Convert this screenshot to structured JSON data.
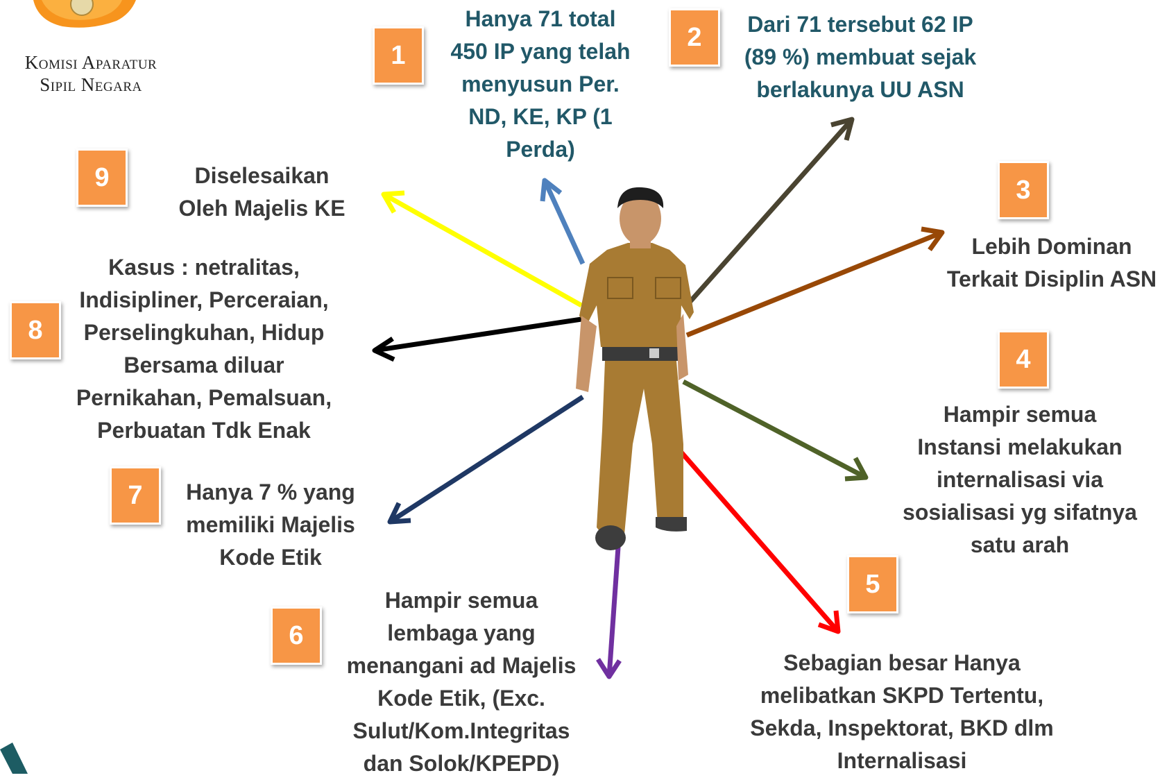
{
  "logo": {
    "line1": "Komisi Aparatur",
    "line2": "Sipil Negara"
  },
  "items": [
    {
      "num": "1",
      "lines": [
        "Hanya 71 total",
        "450 IP yang telah",
        "menyusun Per.",
        "ND, KE, KP (1",
        "Perda)"
      ]
    },
    {
      "num": "2",
      "lines": [
        "Dari 71 tersebut 62 IP",
        "(89 %) membuat sejak",
        "berlakunya UU ASN"
      ]
    },
    {
      "num": "3",
      "lines": [
        "Lebih Dominan",
        "Terkait Disiplin ASN"
      ]
    },
    {
      "num": "4",
      "lines": [
        "Hampir semua",
        "Instansi melakukan",
        "internalisasi via",
        "sosialisasi yg sifatnya",
        "satu arah"
      ]
    },
    {
      "num": "5",
      "lines": [
        "Sebagian besar Hanya",
        "melibatkan SKPD Tertentu,",
        "Sekda, Inspektorat, BKD dlm",
        "Internalisasi"
      ]
    },
    {
      "num": "6",
      "lines": [
        "Hampir semua",
        "lembaga yang",
        "menangani ad Majelis",
        "Kode Etik, (Exc.",
        "Sulut/Kom.Integritas",
        "dan Solok/KPEPD)"
      ]
    },
    {
      "num": "7",
      "lines": [
        "Hanya 7 % yang",
        "memiliki Majelis",
        "Kode Etik"
      ]
    },
    {
      "num": "8",
      "lines": [
        "Kasus : netralitas,",
        "Indisipliner, Perceraian,",
        "Perselingkuhan, Hidup",
        "Bersama diluar",
        "Pernikahan, Pemalsuan,",
        "Perbuatan Tdk Enak"
      ]
    },
    {
      "num": "9",
      "lines": [
        "Diselesaikan",
        "Oleh Majelis KE"
      ]
    }
  ],
  "colors": {
    "badge": "#f79646",
    "teal_text": "#215868",
    "dark_text": "#3a3a3a",
    "arrow_1": "#4f81bd",
    "arrow_2": "#4a4431",
    "arrow_3": "#984806",
    "arrow_4": "#4f6228",
    "arrow_5": "#ff0000",
    "arrow_6": "#7030a0",
    "arrow_7": "#1f3864",
    "arrow_8": "#000000",
    "arrow_9": "#ffff00",
    "uniform": "#a87b33"
  }
}
